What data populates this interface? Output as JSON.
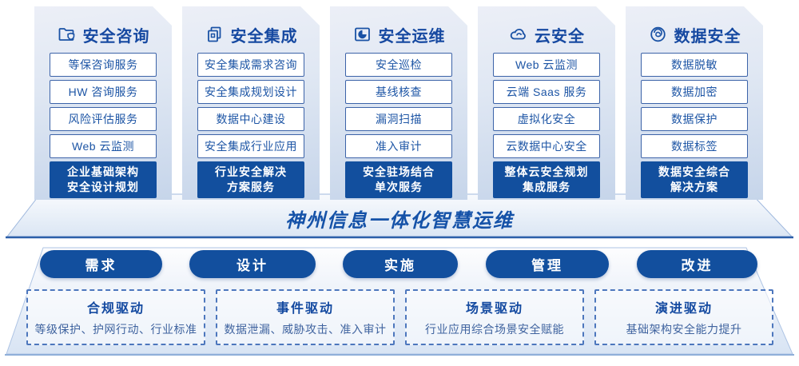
{
  "colors": {
    "accent": "#124f9e",
    "item_border": "#3c63a8",
    "title_blue": "#1649a1",
    "banner_text_blue": "#1552a8",
    "banner_bottom_line": "#2c5fa9",
    "driver_desc_blue": "#3f639f"
  },
  "columns": [
    {
      "title": "安全咨询",
      "icon": "folder-shield-icon",
      "items": [
        "等保咨询服务",
        "HW 咨询服务",
        "风险评估服务",
        "Web 云监测"
      ],
      "footer_lines": [
        "企业基础架构",
        "安全设计规划"
      ]
    },
    {
      "title": "安全集成",
      "icon": "stacked-documents-icon",
      "items": [
        "安全集成需求咨询",
        "安全集成规划设计",
        "数据中心建设",
        "安全集成行业应用"
      ],
      "footer_lines": [
        "行业安全解决",
        "方案服务"
      ]
    },
    {
      "title": "安全运维",
      "icon": "pie-chart-box-icon",
      "items": [
        "安全巡检",
        "基线核查",
        "漏洞扫描",
        "准入审计"
      ],
      "footer_lines": [
        "安全驻场结合",
        "单次服务"
      ]
    },
    {
      "title": "云安全",
      "icon": "cloud-icon",
      "items": [
        "Web 云监测",
        "云端 Saas 服务",
        "虚拟化安全",
        "云数据中心安全"
      ],
      "footer_lines": [
        "整体云安全规划",
        "集成服务"
      ]
    },
    {
      "title": "数据安全",
      "icon": "spiral-icon",
      "items": [
        "数据脱敏",
        "数据加密",
        "数据保护",
        "数据标签"
      ],
      "footer_lines": [
        "数据安全综合",
        "解决方案"
      ]
    }
  ],
  "banner": {
    "title": "神州信息一体化智慧运维"
  },
  "phases": [
    {
      "label": "需求"
    },
    {
      "label": "设计"
    },
    {
      "label": "实施"
    },
    {
      "label": "管理"
    },
    {
      "label": "改进"
    }
  ],
  "drivers": [
    {
      "title": "合规驱动",
      "desc": "等级保护、护网行动、行业标准"
    },
    {
      "title": "事件驱动",
      "desc": "数据泄漏、威胁攻击、准入审计"
    },
    {
      "title": "场景驱动",
      "desc": "行业应用综合场景安全赋能"
    },
    {
      "title": "演进驱动",
      "desc": "基础架构安全能力提升"
    }
  ]
}
